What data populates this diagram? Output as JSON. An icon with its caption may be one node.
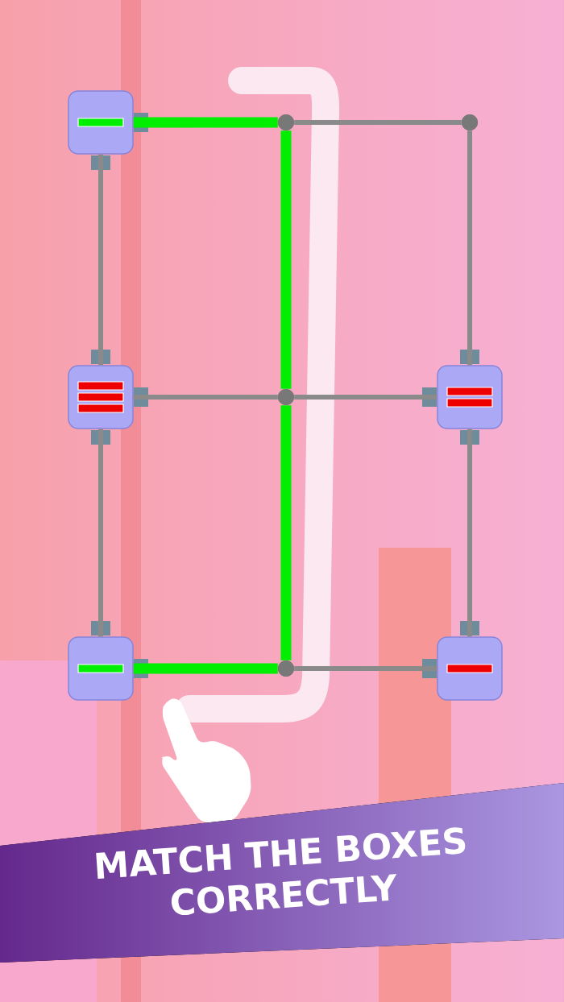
{
  "diagram": {
    "caption": "MATCH THE BOXES CORRECTLY",
    "nodes": [
      {
        "text": [],
        "shape": "box"
      },
      {
        "text": [],
        "shape": "circle"
      },
      {
        "text": [],
        "shape": "circle"
      },
      {
        "text": [],
        "shape": "box"
      },
      {
        "text": [],
        "shape": "circle"
      },
      {
        "text": [],
        "shape": "box"
      },
      {
        "text": [],
        "shape": "box"
      },
      {
        "text": [],
        "shape": "circle"
      },
      {
        "text": [],
        "shape": "box"
      }
    ],
    "edges": [
      {
        "from": 0,
        "to": 1,
        "arrow": "none",
        "style": "thick",
        "color": "#00ee00"
      },
      {
        "from": 1,
        "to": 2,
        "arrow": "none"
      },
      {
        "from": 0,
        "to": 3,
        "arrow": "none"
      },
      {
        "from": 1,
        "to": 4,
        "arrow": "none",
        "style": "thick",
        "color": "#00ee00"
      },
      {
        "from": 2,
        "to": 5,
        "arrow": "none"
      },
      {
        "from": 3,
        "to": 4,
        "arrow": "none"
      },
      {
        "from": 4,
        "to": 5,
        "arrow": "none"
      },
      {
        "from": 3,
        "to": 6,
        "arrow": "none"
      },
      {
        "from": 5,
        "to": 8,
        "arrow": "none"
      },
      {
        "from": 4,
        "to": 7,
        "arrow": "none",
        "style": "thick",
        "color": "#00ee00"
      },
      {
        "from": 6,
        "to": 7,
        "arrow": "none",
        "style": "thick",
        "color": "#00ee00"
      },
      {
        "from": 7,
        "to": 8,
        "arrow": "none"
      }
    ]
  }
}
